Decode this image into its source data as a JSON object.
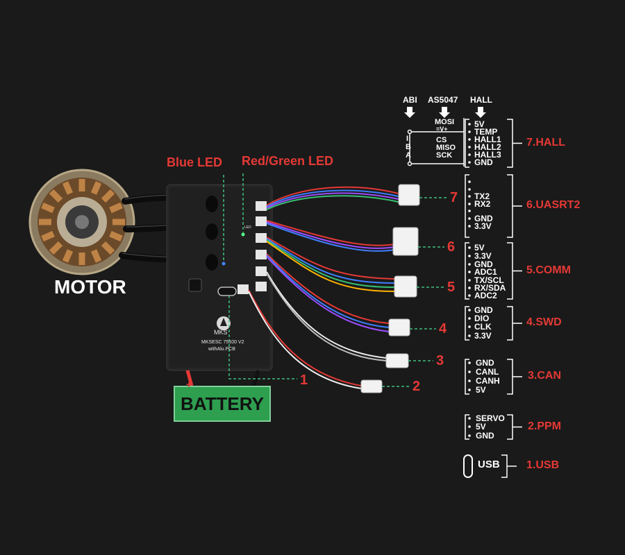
{
  "motor": {
    "label": "MOTOR"
  },
  "leds": {
    "blue": "Blue LED",
    "red_green": "Red/Green LED"
  },
  "battery": {
    "label": "BATTERY",
    "plus": "+",
    "minus": "-"
  },
  "board": {
    "brand": "MKS",
    "model": "MKSESC 75100 V2",
    "sub": "withAlu.PCB",
    "led_mark": "LED"
  },
  "connector_numbers": [
    "7",
    "6",
    "5",
    "4",
    "3",
    "2",
    "1"
  ],
  "sensor_headers": {
    "abi": "ABI",
    "as5047": "AS5047",
    "hall": "HALL"
  },
  "abi_pins": [
    "I",
    "B",
    "A"
  ],
  "as5047_pins": [
    "MOSI",
    "=V+",
    "CS",
    "MISO",
    "SCK"
  ],
  "groups": [
    {
      "id": "hall",
      "label": "7.HALL",
      "pins": [
        "5V",
        "TEMP",
        "HALL1",
        "HALL2",
        "HALL3",
        "GND"
      ]
    },
    {
      "id": "uart",
      "label": "6.UASRT2",
      "pins": [
        "TX2",
        "RX2",
        "GND",
        "3.3V"
      ]
    },
    {
      "id": "comm",
      "label": "5.COMM",
      "pins": [
        "5V",
        "3.3V",
        "GND",
        "ADC1",
        "TX/SCL",
        "RX/SDA",
        "ADC2"
      ]
    },
    {
      "id": "swd",
      "label": "4.SWD",
      "pins": [
        "GND",
        "DIO",
        "CLK",
        "3.3V"
      ]
    },
    {
      "id": "can",
      "label": "3.CAN",
      "pins": [
        "GND",
        "CANL",
        "CANH",
        "5V"
      ]
    },
    {
      "id": "ppm",
      "label": "2.PPM",
      "pins": [
        "SERVO",
        "5V",
        "GND"
      ]
    },
    {
      "id": "usb",
      "label": "1.USB",
      "pins": [
        "USB"
      ]
    }
  ],
  "colors": {
    "red": "#e53935",
    "green": "#2e9e4f",
    "board": "#262626",
    "dash": "#3fbf7f"
  }
}
